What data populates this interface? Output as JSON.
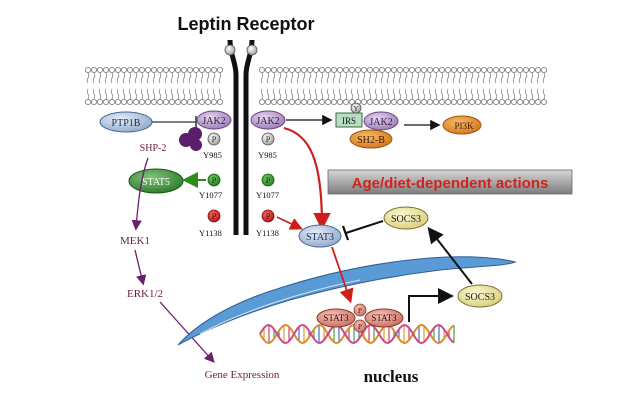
{
  "title": "Leptin Receptor",
  "ptp1b": "PTP1B",
  "jak2_left": "JAK2",
  "jak2_right": "JAK2",
  "irs": "IRS",
  "irs_y": "Y",
  "jak2_irs": "JAK2",
  "sh2b": "SH2-B",
  "pi3k": "PI3K",
  "shp2": "SHP-2",
  "stat5": "STAT5",
  "mek1": "MEK1",
  "erk12": "ERK1/2",
  "gene_expression": "Gene Expression",
  "p_label": "P",
  "y985_left": "Y985",
  "y985_right": "Y985",
  "y1077_left": "Y1077",
  "y1077_right": "Y1077",
  "y1138_left": "Y1138",
  "y1138_right": "Y1138",
  "stat3": "STAT3",
  "socs3_top": "SOCS3",
  "socs3_bottom": "SOCS3",
  "age_banner": "Age/diet-dependent actions",
  "stat3_dimer_left": "STAT3",
  "stat3_dimer_right": "STAT3",
  "nucleus": "nucleus",
  "colors": {
    "green_arrow": "#2e8b1e",
    "red_arrow": "#cc1f1a",
    "purple_arrow": "#6b1e6b",
    "banner_text": "#d0241c",
    "label_dark": "#7a1f1f"
  }
}
